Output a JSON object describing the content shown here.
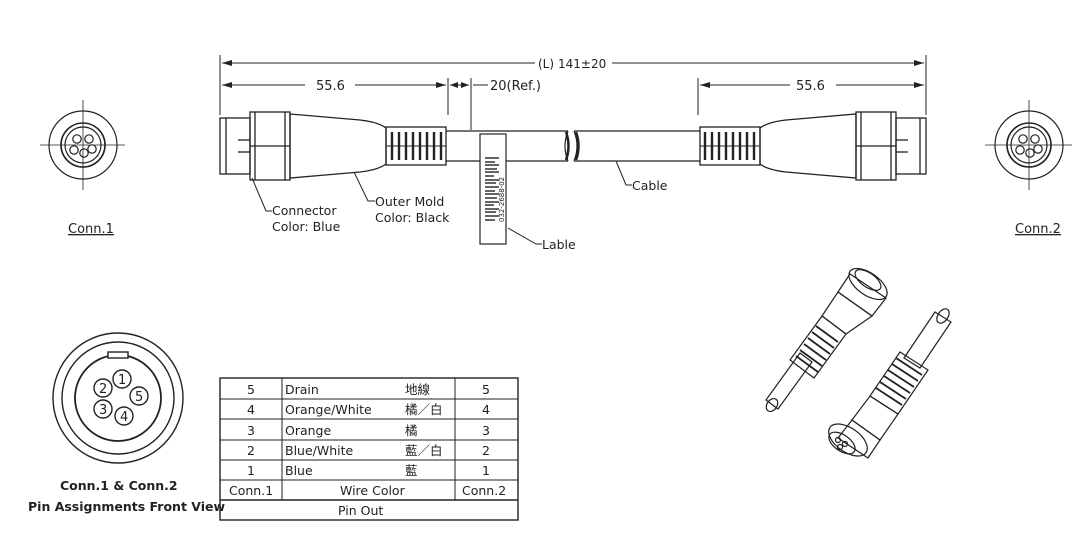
{
  "dimensions": {
    "overall": "141±20",
    "overall_prefix": "(L)",
    "left_connector": "55.6",
    "right_connector": "55.6",
    "ref": "20(Ref.)"
  },
  "callouts": {
    "connector_line1": "Connector",
    "connector_line2": "Color: Blue",
    "mold_line1": "Outer Mold",
    "mold_line2": "Color: Black",
    "cable": "Cable",
    "label": "Lable",
    "barcode_text": "032-2688-02"
  },
  "conn1_title": "Conn.1",
  "conn2_title": "Conn.2",
  "pin_view": {
    "caption_line1": "Conn.1 & Conn.2",
    "caption_line2": "Pin Assignments Front View",
    "pins": [
      "1",
      "2",
      "3",
      "4",
      "5"
    ]
  },
  "table": {
    "rows": [
      {
        "conn1": "5",
        "wire": "Drain",
        "cn": "地線",
        "conn2": "5"
      },
      {
        "conn1": "4",
        "wire": "Orange/White",
        "cn": "橘／白",
        "conn2": "4"
      },
      {
        "conn1": "3",
        "wire": "Orange",
        "cn": "橘",
        "conn2": "3"
      },
      {
        "conn1": "2",
        "wire": "Blue/White",
        "cn": "藍／白",
        "conn2": "2"
      },
      {
        "conn1": "1",
        "wire": "Blue",
        "cn": "藍",
        "conn2": "1"
      }
    ],
    "header": {
      "conn1": "Conn.1",
      "wire": "Wire Color",
      "conn2": "Conn.2"
    },
    "footer": "Pin Out"
  }
}
